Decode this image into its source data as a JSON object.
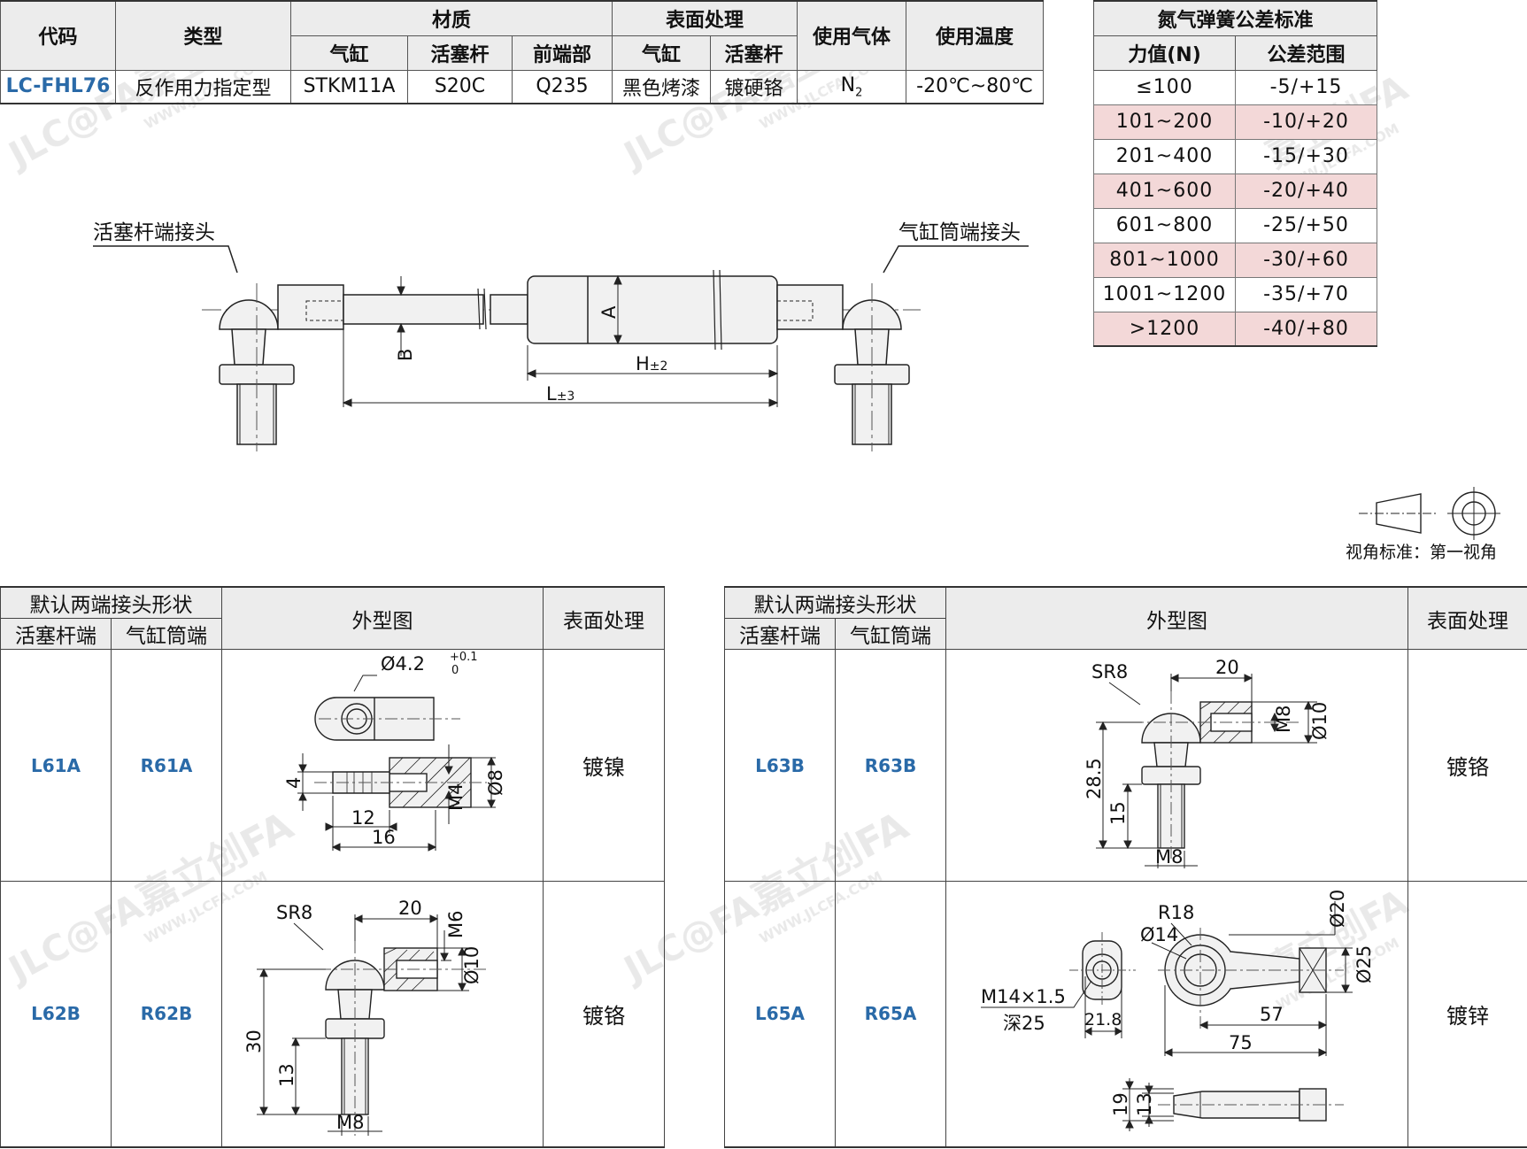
{
  "spec_table": {
    "headers": {
      "code": "代码",
      "type": "类型",
      "material": "材质",
      "surface": "表面处理",
      "gas": "使用气体",
      "temp": "使用温度",
      "material_sub": [
        "气缸",
        "活塞杆",
        "前端部"
      ],
      "surface_sub": [
        "气缸",
        "活塞杆"
      ]
    },
    "row": {
      "code": "LC-FHL76",
      "type": "反作用力指定型",
      "cylinder": "STKM11A",
      "piston_rod": "S20C",
      "front": "Q235",
      "surf_cylinder": "黑色烤漆",
      "surf_rod": "镀硬铬",
      "gas_base": "N",
      "gas_sub": "2",
      "temp": "-20℃~80℃"
    }
  },
  "tolerance_table": {
    "title": "氮气弹簧公差标准",
    "col_force": "力值(N)",
    "col_range": "公差范围",
    "rows": [
      {
        "force": "≤100",
        "range": "-5/+15"
      },
      {
        "force": "101~200",
        "range": "-10/+20"
      },
      {
        "force": "201~400",
        "range": "-15/+30"
      },
      {
        "force": "401~600",
        "range": "-20/+40"
      },
      {
        "force": "601~800",
        "range": "-25/+50"
      },
      {
        "force": "801~1000",
        "range": "-30/+60"
      },
      {
        "force": "1001~1200",
        "range": "-35/+70"
      },
      {
        "force": ">1200",
        "range": "-40/+80"
      }
    ]
  },
  "drawing": {
    "label_left": "活塞杆端接头",
    "label_right": "气缸筒端接头",
    "dim_A": "A",
    "dim_B": "B",
    "dim_H": "H",
    "dim_H_tol": "±2",
    "dim_L": "L",
    "dim_L_tol": "±3"
  },
  "projection_label": "视角标准：第一视角",
  "joint_tables": {
    "header_default": "默认两端接头形状",
    "header_rod": "活塞杆端",
    "header_cyl": "气缸筒端",
    "header_outline": "外型图",
    "header_surface": "表面处理",
    "left_rows": [
      {
        "rod": "L61A",
        "cyl": "R61A",
        "finish": "镀镍"
      },
      {
        "rod": "L62B",
        "cyl": "R62B",
        "finish": "镀铬"
      }
    ],
    "right_rows": [
      {
        "rod": "L63B",
        "cyl": "R63B",
        "finish": "镀铬"
      },
      {
        "rod": "L65A",
        "cyl": "R65A",
        "finish": "镀锌"
      }
    ]
  },
  "dims_61": {
    "hole": "Ø4.2",
    "tol_up": "+0.1",
    "tol_low": "0",
    "d4": "4",
    "d8": "Ø8",
    "d12": "12",
    "d16": "16",
    "m4": "M4"
  },
  "dims_62": {
    "sr": "SR8",
    "d20": "20",
    "m6": "M6",
    "d10": "Ø10",
    "d30": "30",
    "d13": "13",
    "m8": "M8"
  },
  "dims_63": {
    "sr": "SR8",
    "d20": "20",
    "m8a": "M8",
    "d10": "Ø10",
    "d285": "28.5",
    "d15": "15",
    "m8": "M8"
  },
  "dims_65": {
    "r18": "R18",
    "d14": "Ø14",
    "d20": "Ø20",
    "d25": "Ø25",
    "thread": "M14×1.5",
    "depth": "深25",
    "w218": "21.8",
    "d57": "57",
    "d75": "75",
    "d19": "19",
    "d13": "13"
  },
  "watermark": {
    "brand": "JLC@FA",
    "cn": "嘉立创FA",
    "url": "WWW.JLCFA.COM"
  }
}
